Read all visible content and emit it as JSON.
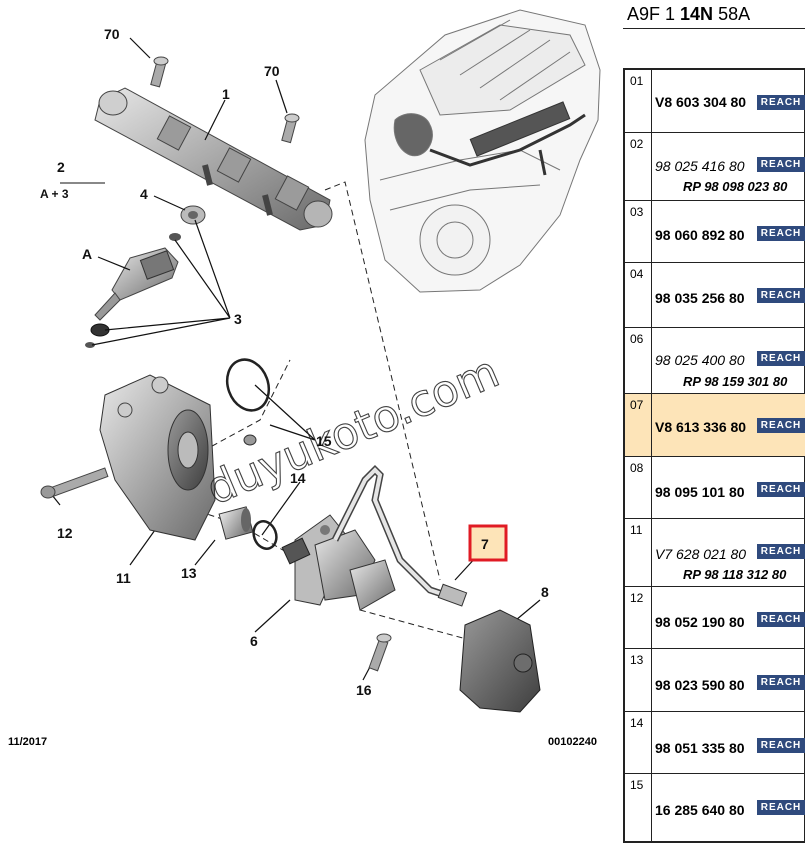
{
  "diagram": {
    "callouts": {
      "c70a": "70",
      "c70b": "70",
      "c1": "1",
      "c2": "2",
      "c2sub": "A + 3",
      "c4": "4",
      "cA": "A",
      "c3": "3",
      "c15": "15",
      "c14": "14",
      "c12": "12",
      "c11": "11",
      "c13": "13",
      "c6": "6",
      "c16": "16",
      "c7": "7",
      "c8": "8"
    },
    "watermark": "duyukoto.com",
    "footer_date": "11/2017",
    "footer_code": "00102240",
    "highlight_color": "#e01b24"
  },
  "parts": {
    "header_prefix": "A9F 1 ",
    "header_bold": "14N",
    "header_suffix": " 58A",
    "badge_label": "REACH",
    "badge_color": "#2f4a7d",
    "selected_color": "#fde4b8",
    "rows": [
      {
        "idx": "01",
        "pn": "V8 603 304 80",
        "rp": ""
      },
      {
        "idx": "02",
        "pn": "98 025 416 80",
        "rp": "RP 98 098 023 80"
      },
      {
        "idx": "03",
        "pn": "98 060 892 80",
        "rp": ""
      },
      {
        "idx": "04",
        "pn": "98 035 256 80",
        "rp": ""
      },
      {
        "idx": "06",
        "pn": "98 025 400 80",
        "rp": "RP 98 159 301 80"
      },
      {
        "idx": "07",
        "pn": "V8 613 336 80",
        "rp": ""
      },
      {
        "idx": "08",
        "pn": "98 095 101 80",
        "rp": ""
      },
      {
        "idx": "11",
        "pn": "V7 628 021 80",
        "rp": "RP 98 118 312 80"
      },
      {
        "idx": "12",
        "pn": "98 052 190 80",
        "rp": ""
      },
      {
        "idx": "13",
        "pn": "98 023 590 80",
        "rp": ""
      },
      {
        "idx": "14",
        "pn": "98 051 335 80",
        "rp": ""
      },
      {
        "idx": "15",
        "pn": "16 285 640 80",
        "rp": ""
      }
    ]
  }
}
